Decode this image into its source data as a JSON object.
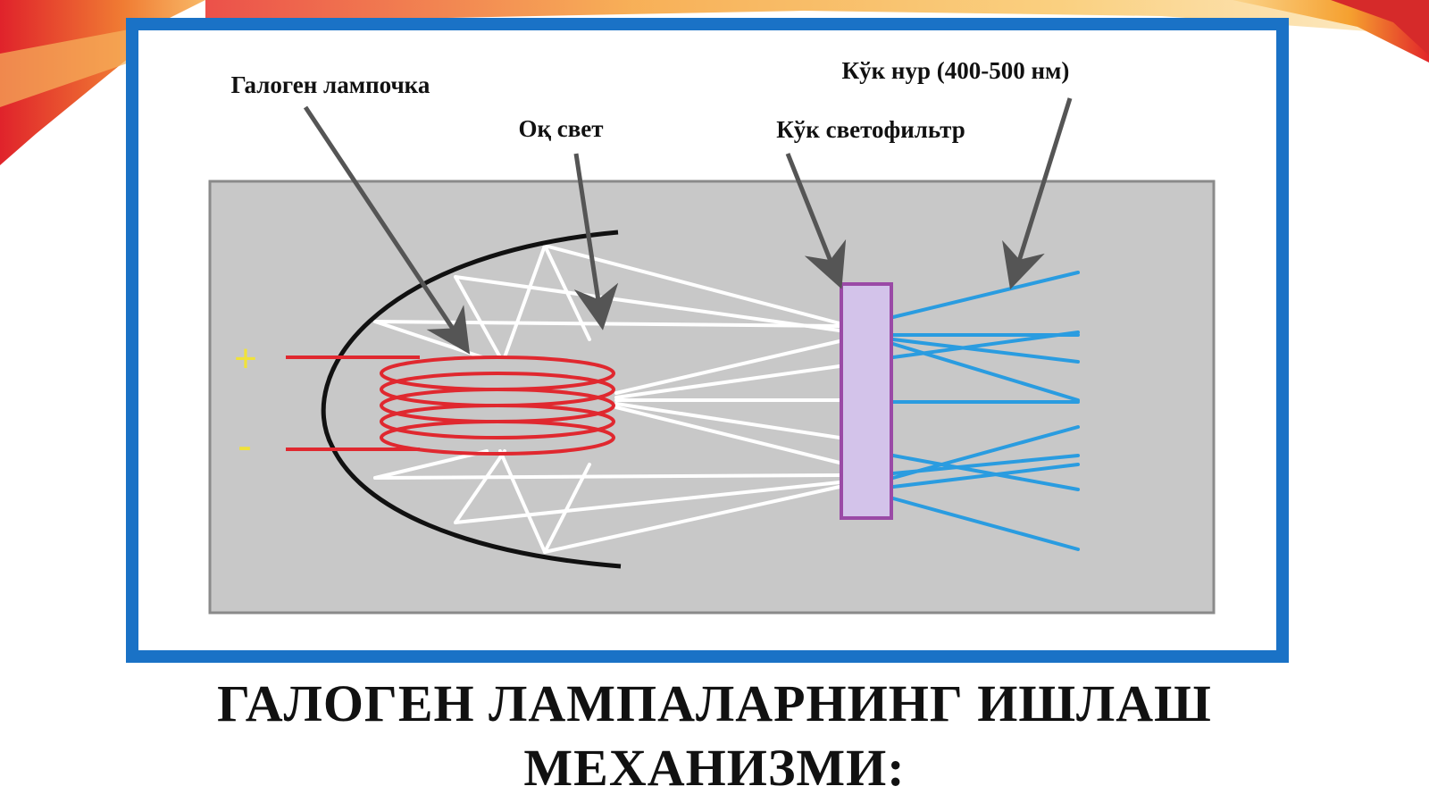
{
  "labels": {
    "halogen_bulb": "Галоген лампочка",
    "white_light": "Оқ свет",
    "blue_filter": "Кўк светофильтр",
    "blue_light": "Кўк нур (400-500 нм)",
    "plus": "+",
    "minus": "-"
  },
  "title": {
    "line1": "ГАЛОГЕН ЛАМПАЛАРНИНГ ИШЛАШ",
    "line2": "МЕХАНИЗМИ:"
  },
  "colors": {
    "frame_blue": "#1a72c6",
    "diagram_gray": "#c8c8c8",
    "coil_red": "#e0282f",
    "ray_white": "#ffffff",
    "ray_blue": "#2a9ce0",
    "filter_fill": "#d3c3ea",
    "filter_stroke": "#9a4aa6",
    "terminal_yellow": "#f0e23a",
    "reflector_black": "#111111",
    "arrow_gray": "#555555",
    "text": "#111111"
  }
}
